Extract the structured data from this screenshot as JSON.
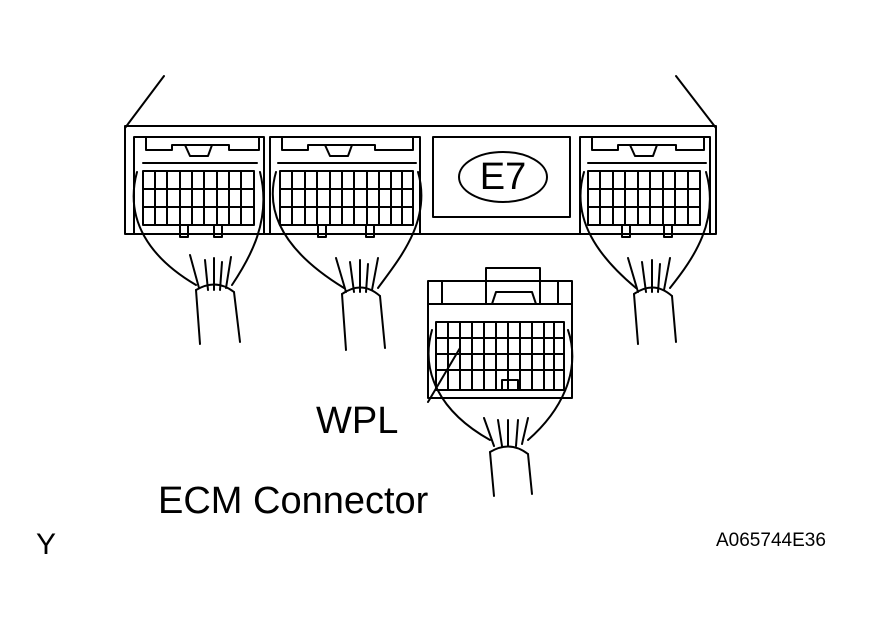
{
  "diagram": {
    "connector_label": "E7",
    "pointer_label": "WPL",
    "caption": "ECM Connector",
    "corner_letter": "Y",
    "figure_code": "A065744E36",
    "colors": {
      "line": "#000000",
      "background": "#ffffff"
    }
  }
}
